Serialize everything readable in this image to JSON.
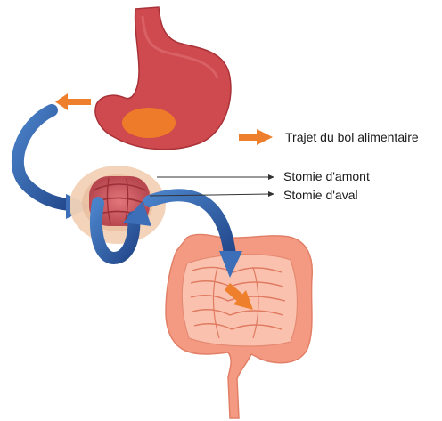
{
  "diagram": {
    "legend": {
      "label": "Trajet du bol alimentaire",
      "arrow_color": "#ee7f2d"
    },
    "callouts": [
      {
        "id": "upstream",
        "label": "Stomie d'amont"
      },
      {
        "id": "downstream",
        "label": "Stomie d'aval"
      }
    ],
    "colors": {
      "stomach": "#cf4a4e",
      "stomach_shade": "#a83237",
      "bolus": "#ee7b2a",
      "flow_arrow": "#3c6fb8",
      "flow_arrow_dark": "#23478a",
      "stoma": "#c9545c",
      "stoma_base": "#f2d2b6",
      "intestine": "#f49a82",
      "intestine_light": "#f9c1ae",
      "callout_line": "#333333"
    },
    "icons": [
      "stomach-icon",
      "stoma-icon",
      "colon-icon",
      "flow-arrow-icon"
    ]
  }
}
